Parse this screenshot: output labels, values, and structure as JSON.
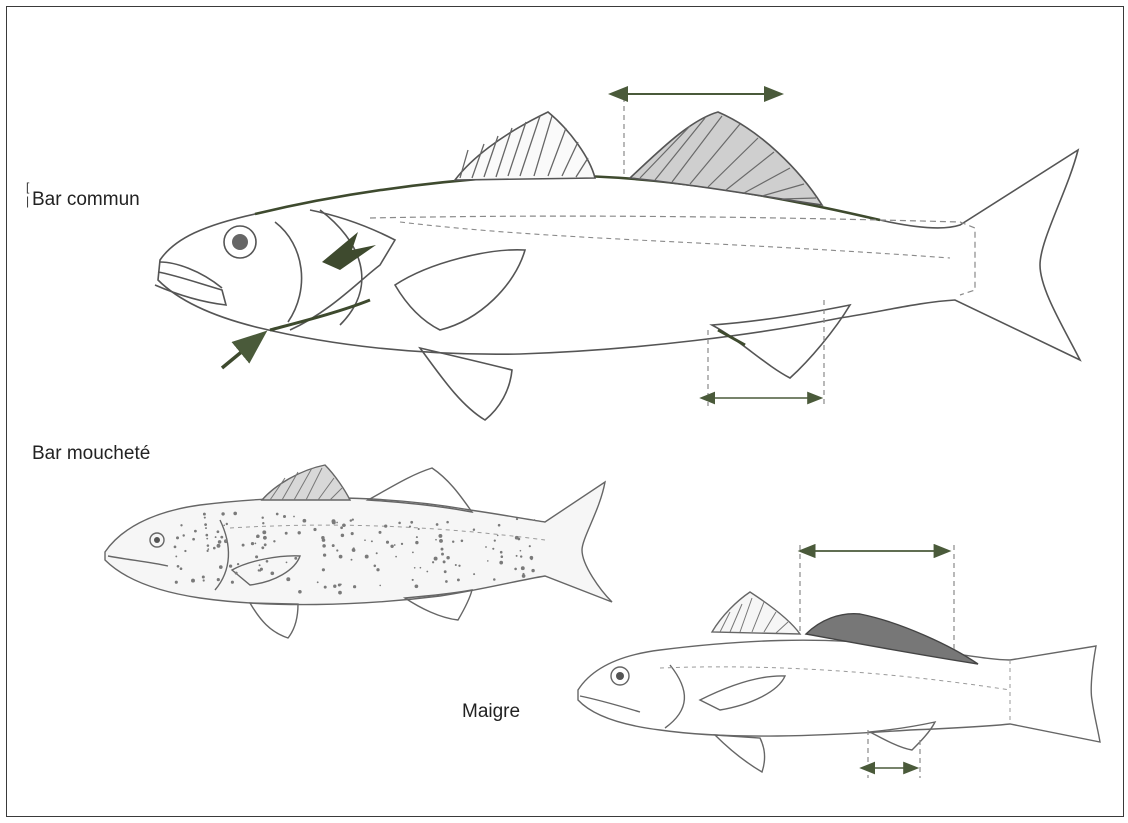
{
  "labels": {
    "bar_commun": "Bar commun",
    "bar_mouchete": "Bar moucheté",
    "maigre": "Maigre"
  },
  "colors": {
    "outline": "#555555",
    "fin_shade": "#6a6a6a",
    "dashed": "#8a8a8a",
    "arrow": "#4a5a3a",
    "background": "#ffffff",
    "frame": "#3a3a3a"
  }
}
